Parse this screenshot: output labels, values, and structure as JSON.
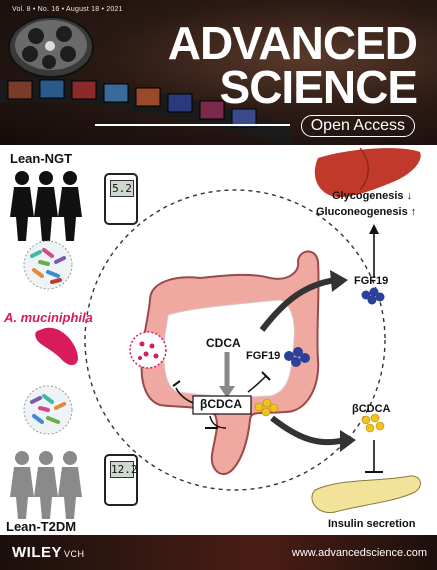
{
  "cover": {
    "issue_line": "Vol. 8 • No. 16 • August 18 • 2021",
    "title_line1": "ADVANCED",
    "title_line2": "SCIENCE",
    "open_access": "Open Access",
    "publisher": "WILEY",
    "publisher_suffix": "VCH",
    "url": "www.advancedscience.com"
  },
  "figure": {
    "group_top": "Lean-NGT",
    "group_bottom": "Lean-T2DM",
    "meter_top": "5.2",
    "meter_bottom": "12.2",
    "bacterium": "A. muciniphila",
    "cdca": "CDCA",
    "bcdca_gut": "βCDCA",
    "fgf19_gut": "FGF19",
    "fgf19_right": "FGF19",
    "bcdca_right": "βCDCA",
    "glycogenesis": "Glycogenesis ↓",
    "gluconeogenesis": "Gluconeogenesis ↑",
    "insulin": "Insulin secretion"
  },
  "colors": {
    "header_bg": "#2b1a14",
    "bacterium": "#d81b5a",
    "liver": "#c0392b",
    "pancreas": "#f3e39a",
    "intestine": "#f0a9a0",
    "fgf19_blob": "#2c3f9a",
    "bcdca_blob": "#f0c419"
  }
}
